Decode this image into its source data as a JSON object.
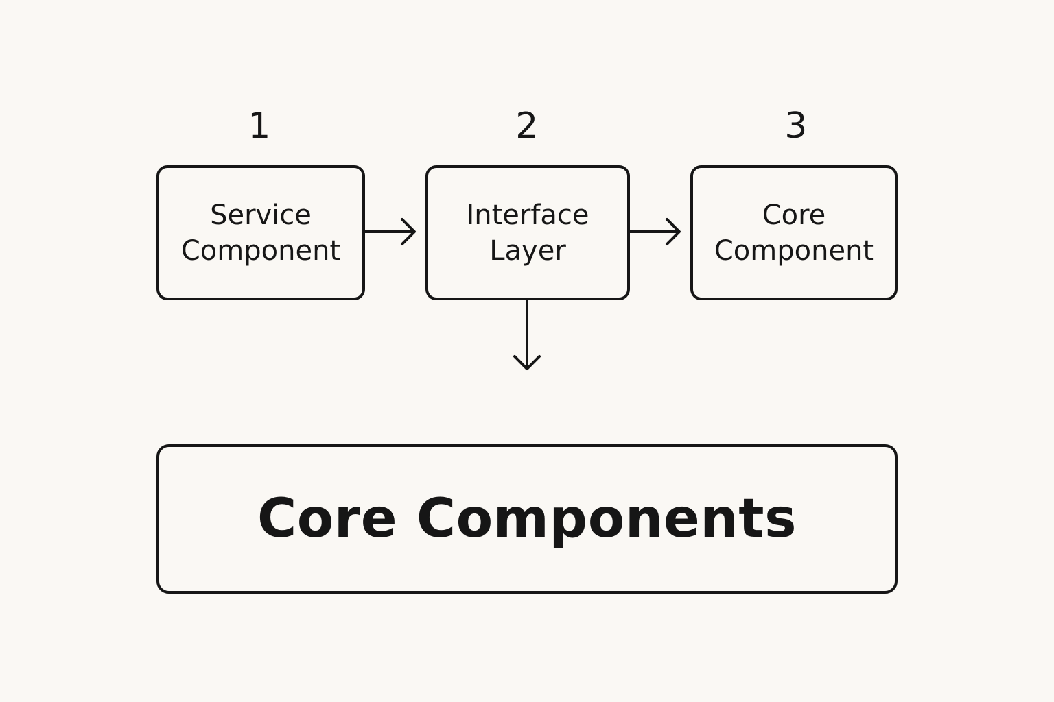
{
  "steps": [
    {
      "number": "1",
      "lines": [
        "Service",
        "Component"
      ]
    },
    {
      "number": "2",
      "lines": [
        "Interface",
        "Layer"
      ]
    },
    {
      "number": "3",
      "lines": [
        "Core",
        "Component"
      ]
    }
  ],
  "bottom_box": {
    "label": "Core Components"
  },
  "colors": {
    "background": "#faf8f4",
    "stroke": "#161616",
    "text": "#161616"
  }
}
